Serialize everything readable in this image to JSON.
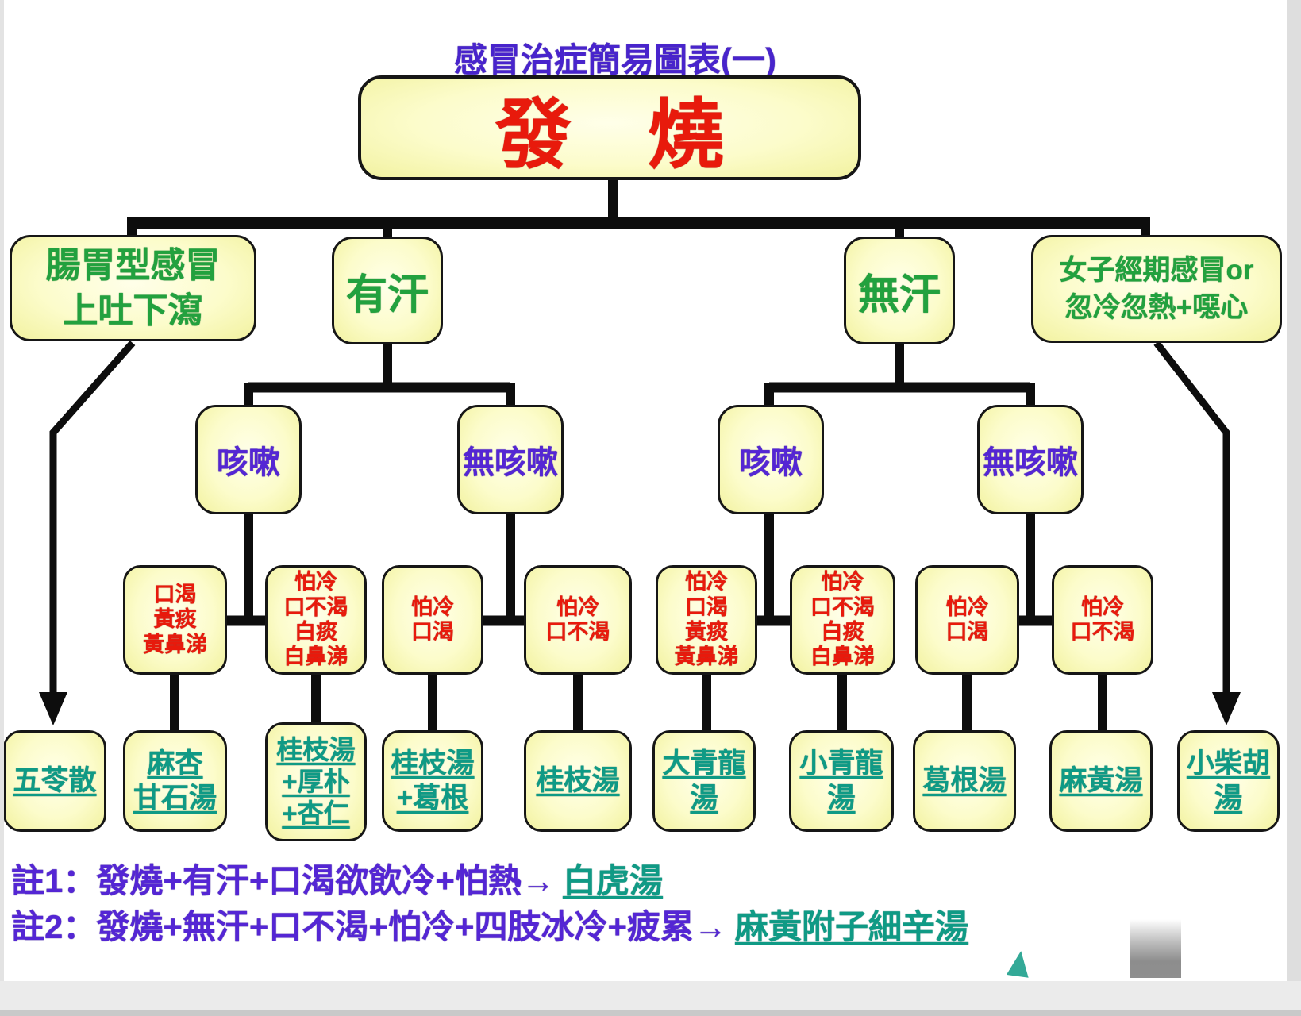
{
  "title": "感冒治症簡易圖表(一)",
  "root": {
    "label": "發　燒"
  },
  "level2": [
    {
      "label": "腸胃型感冒\n上吐下瀉"
    },
    {
      "label": "有汗"
    },
    {
      "label": "無汗"
    },
    {
      "label": "女子經期感冒or\n忽冷忽熱+噁心"
    }
  ],
  "level3": [
    {
      "label": "咳嗽"
    },
    {
      "label": "無咳嗽"
    },
    {
      "label": "咳嗽"
    },
    {
      "label": "無咳嗽"
    }
  ],
  "symptoms": [
    "口渴\n黃痰\n黃鼻涕",
    "怕冷\n口不渴\n白痰\n白鼻涕",
    "怕冷\n口渴",
    "怕冷\n口不渴",
    "怕冷\n口渴\n黃痰\n黃鼻涕",
    "怕冷\n口不渴\n白痰\n白鼻涕",
    "怕冷\n口渴",
    "怕冷\n口不渴"
  ],
  "remedies": [
    "五苓散",
    "麻杏\n甘石湯",
    "桂枝湯\n+厚朴\n+杏仁",
    "桂枝湯\n+葛根",
    "桂枝湯",
    "大青龍\n湯",
    "小青龍\n湯",
    "葛根湯",
    "麻黃湯",
    "小柴胡\n湯"
  ],
  "notes": [
    {
      "prefix": "註1：發燒+有汗+口渴欲飲冷+怕熱→",
      "remedy": "白虎湯"
    },
    {
      "prefix": "註2：發燒+無汗+口不渴+怕冷+四肢冰冷+疲累→",
      "remedy": "麻黃附子細辛湯"
    }
  ],
  "colors": {
    "box_fill": "#fcfccb",
    "box_border": "#161616",
    "fever_red": "#e81a0c",
    "green": "#22a13e",
    "purple": "#5426d4",
    "teal": "#0f9a85",
    "title_purple": "#4824cc",
    "connector": "#0d0d0d"
  }
}
